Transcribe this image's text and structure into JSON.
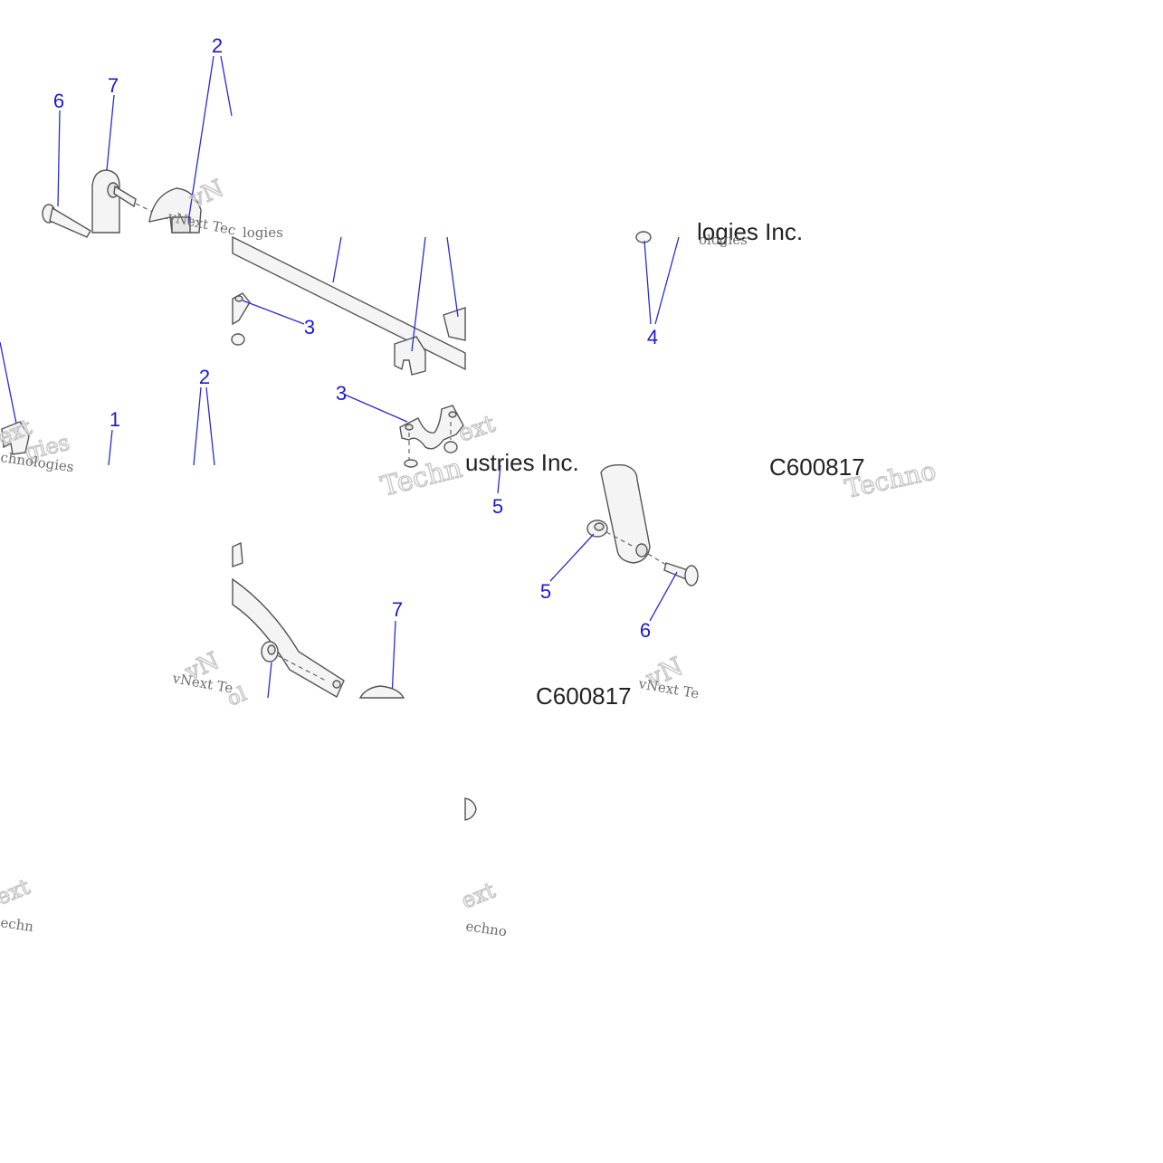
{
  "diagram": {
    "callouts": {
      "c2_top": "2",
      "c7_top": "7",
      "c6_top": "6",
      "c3_mid": "3",
      "c4": "4",
      "c2_left": "2",
      "c1": "1",
      "c3_center": "3",
      "c5_a": "5",
      "c5_b": "5",
      "c6_right": "6",
      "c7_bottom": "7"
    },
    "text_fragments": {
      "partno_a": "C600817",
      "partno_b": "C600817",
      "company_a": "ustries Inc.",
      "company_b": "logies Inc."
    },
    "watermark": {
      "brand_tile_1": "vNext Tec",
      "brand_tile_2": "vNext Te",
      "tech_1": "Techn",
      "tech_2": "Techno",
      "tech_small_1": "chnologies",
      "tech_small_2": "echno",
      "tech_small_3": "echn",
      "logies_1": "logies",
      "logies_2": "ologies",
      "ext_1": "ext",
      "ext_2": "ext",
      "ext_3": "ext",
      "ext_4": "ext"
    }
  }
}
